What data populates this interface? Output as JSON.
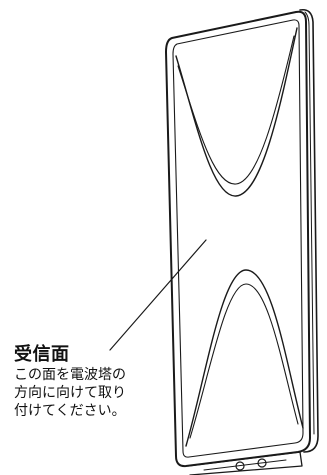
{
  "callout": {
    "title": "受信面",
    "lines": [
      "この面を電波塔の",
      "方向に向けて取り",
      "付けてください。"
    ]
  },
  "colors": {
    "line": "#1a1a1a",
    "background": "#ffffff"
  },
  "icons": {
    "antenna": "flat-panel-antenna-icon"
  }
}
